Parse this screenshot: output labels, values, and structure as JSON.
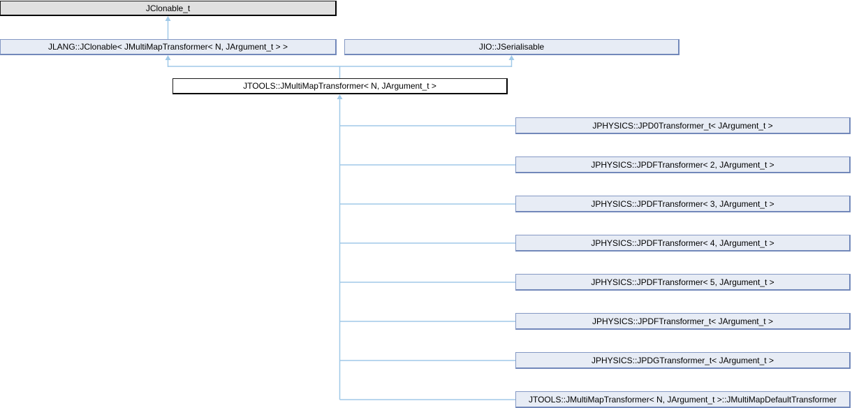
{
  "diagram": {
    "type": "class-inheritance-graph",
    "nodes": {
      "root": {
        "label": "JClonable_t"
      },
      "base_left": {
        "label": "JLANG::JClonable< JMultiMapTransformer< N, JArgument_t > >"
      },
      "base_right": {
        "label": "JIO::JSerialisable"
      },
      "main": {
        "label": "JTOOLS::JMultiMapTransformer< N, JArgument_t >"
      },
      "derived": [
        {
          "label": "JPHYSICS::JPD0Transformer_t< JArgument_t >"
        },
        {
          "label": "JPHYSICS::JPDFTransformer< 2, JArgument_t >"
        },
        {
          "label": "JPHYSICS::JPDFTransformer< 3, JArgument_t >"
        },
        {
          "label": "JPHYSICS::JPDFTransformer< 4, JArgument_t >"
        },
        {
          "label": "JPHYSICS::JPDFTransformer< 5, JArgument_t >"
        },
        {
          "label": "JPHYSICS::JPDFTransformer_t< JArgument_t >"
        },
        {
          "label": "JPHYSICS::JPDGTransformer_t< JArgument_t >"
        },
        {
          "label": "JTOOLS::JMultiMapTransformer< N, JArgument_t >::JMultiMapDefaultTransformer"
        }
      ]
    },
    "colors": {
      "edge": "#a0c9e8",
      "node_fill": "#e7ecf5",
      "node_border": "#8498c4",
      "node_border_dark": "#7288ba",
      "root_fill": "#e0e0e0",
      "main_fill": "#ffffff",
      "text": "#000000"
    }
  }
}
